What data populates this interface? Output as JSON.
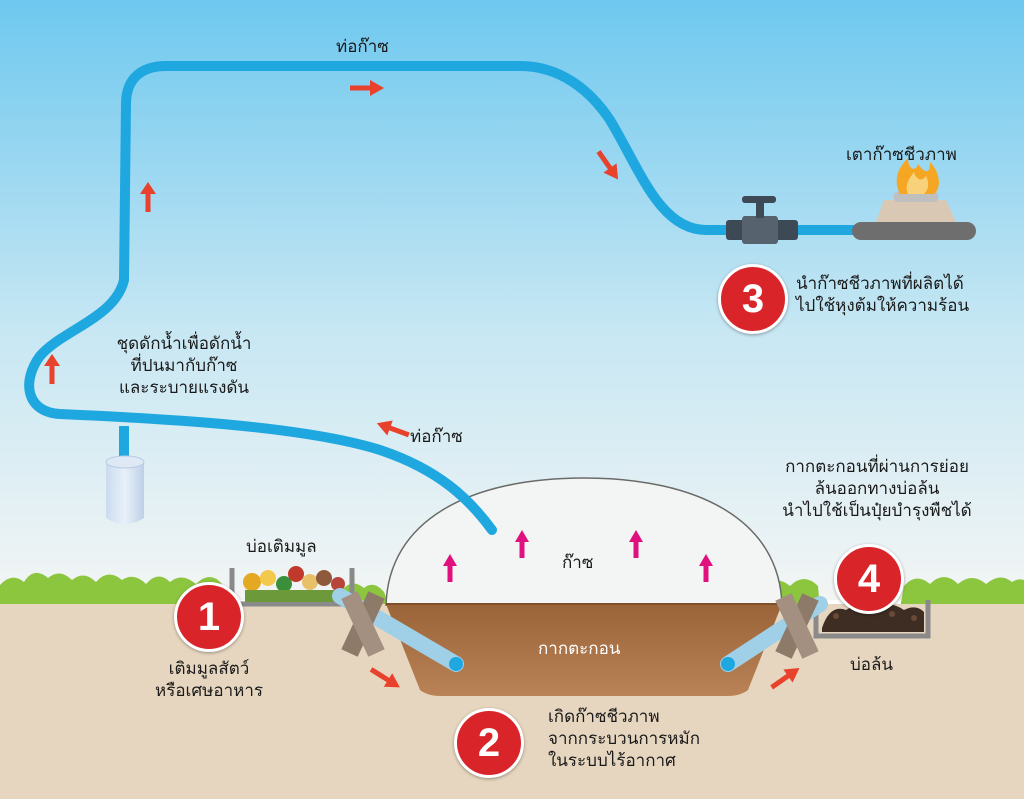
{
  "pipe_label_top": "ท่อก๊าซ",
  "pipe_label_mid": "ท่อก๊าซ",
  "stove_label": "เตาก๊าซชีวภาพ",
  "trap_label": [
    "ชุดดักน้ำเพื่อดักน้ำ",
    "ที่ปนมากับก๊าซ",
    "และระบายแรงดัน"
  ],
  "inlet_label": "บ่อเติมมูล",
  "gas_label": "ก๊าซ",
  "sludge_label": "กากตะกอน",
  "outlet_label": "บ่อล้น",
  "steps": [
    {
      "number": "1",
      "lines": [
        "เติมมูลสัตว์",
        "หรือเศษอาหาร"
      ]
    },
    {
      "number": "2",
      "lines": [
        "เกิดก๊าซชีวภาพ",
        "จากกระบวนการหมัก",
        "ในระบบไร้อากาศ"
      ]
    },
    {
      "number": "3",
      "lines": [
        "นำก๊าซชีวภาพที่ผลิตได้",
        "ไปใช้หุงต้มให้ความร้อน"
      ]
    },
    {
      "number": "4",
      "lines": [
        "กากตะกอนที่ผ่านการย่อย",
        "ล้นออกทางบ่อล้น",
        "นำไปใช้เป็นปุ๋ยบำรุงพืชได้"
      ]
    }
  ],
  "colors": {
    "sky_top": "#6ec8ef",
    "sky_bottom": "#f1f4f4",
    "ground": "#e6d6bf",
    "grass": "#8cc63f",
    "pipe": "#1fa7e0",
    "sludge": "#a77045",
    "flow_arrow": "#e8412c",
    "gas_arrow": "#e0117e",
    "badge": "#d9252a"
  }
}
